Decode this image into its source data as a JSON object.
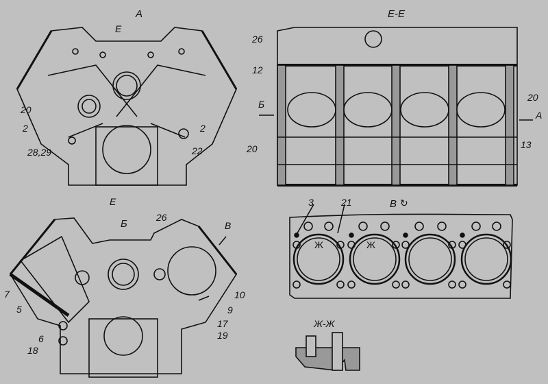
{
  "view_a": {
    "title": "А",
    "section_mark_top": "Е",
    "section_mark_bottom": "Е",
    "callouts": {
      "c20": "20",
      "c2_left": "2",
      "c28_29": "28,29",
      "c22": "22",
      "c2_right": "2"
    }
  },
  "section_ee": {
    "title": "Е-Е",
    "callouts": {
      "c26": "26",
      "c12": "12",
      "c20_right": "20",
      "view_b_arrow": "Б",
      "view_a_arrow": "А",
      "c13": "13",
      "c20_left": "20"
    }
  },
  "view_b": {
    "title": "Б",
    "callouts": {
      "c26": "26",
      "view_v_arrow": "В",
      "c7": "7",
      "c5": "5",
      "c6": "6",
      "c18": "18",
      "c10": "10",
      "c9": "9",
      "c17": "17",
      "c19": "19"
    }
  },
  "view_v": {
    "title": "В",
    "rotation_icon": "rotate-icon",
    "callouts": {
      "c3": "3",
      "c21": "21",
      "section_mark_left": "Ж",
      "section_mark_right": "Ж"
    }
  },
  "section_zhzh": {
    "title": "Ж-Ж"
  },
  "colors": {
    "background": "#c0c0c0",
    "line": "#111111"
  }
}
